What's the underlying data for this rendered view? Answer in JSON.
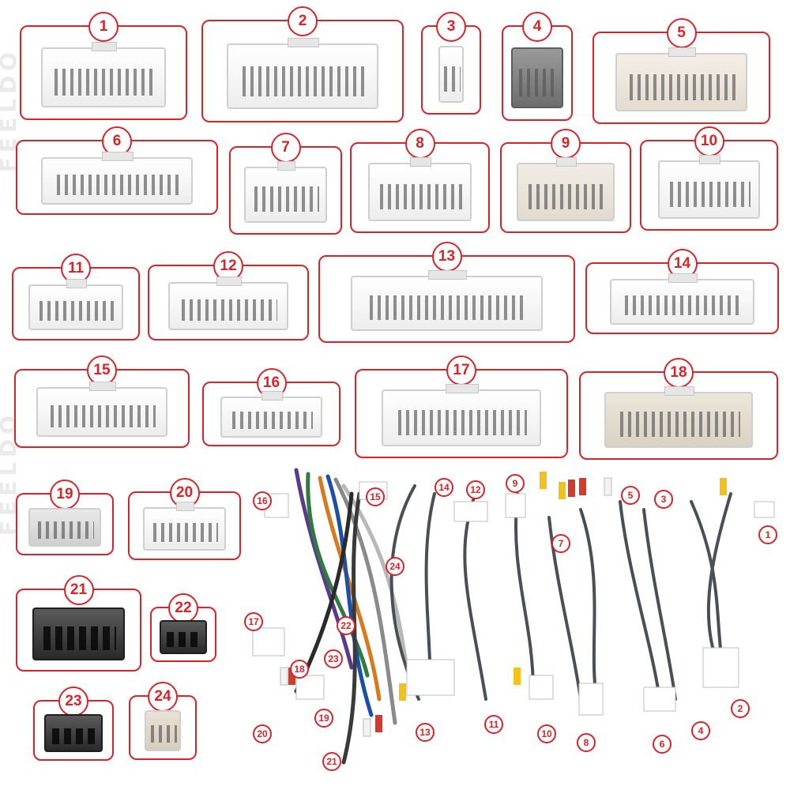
{
  "watermark": "FEELDO",
  "connectors": [
    {
      "id": "1",
      "style": "light"
    },
    {
      "id": "2",
      "style": "light"
    },
    {
      "id": "3",
      "style": "light"
    },
    {
      "id": "4",
      "style": "grey"
    },
    {
      "id": "5",
      "style": "light"
    },
    {
      "id": "6",
      "style": "light"
    },
    {
      "id": "7",
      "style": "light"
    },
    {
      "id": "8",
      "style": "light"
    },
    {
      "id": "9",
      "style": "light"
    },
    {
      "id": "10",
      "style": "light"
    },
    {
      "id": "11",
      "style": "light"
    },
    {
      "id": "12",
      "style": "light"
    },
    {
      "id": "13",
      "style": "light"
    },
    {
      "id": "14",
      "style": "light"
    },
    {
      "id": "15",
      "style": "light"
    },
    {
      "id": "16",
      "style": "light"
    },
    {
      "id": "17",
      "style": "light"
    },
    {
      "id": "18",
      "style": "light"
    },
    {
      "id": "19",
      "style": "light"
    },
    {
      "id": "20",
      "style": "light"
    },
    {
      "id": "21",
      "style": "dark"
    },
    {
      "id": "22",
      "style": "dark"
    },
    {
      "id": "23",
      "style": "dark"
    },
    {
      "id": "24",
      "style": "light"
    }
  ],
  "harness_labels": [
    "1",
    "2",
    "3",
    "4",
    "5",
    "6",
    "7",
    "8",
    "9",
    "10",
    "11",
    "12",
    "13",
    "14",
    "15",
    "16",
    "17",
    "18",
    "19",
    "20",
    "21",
    "22",
    "23",
    "24"
  ],
  "colors": {
    "accent": "#d9242a",
    "rca_yellow": "#f2c21b",
    "rca_red": "#d63a2f",
    "rca_white": "#f3f3f3",
    "cable": "#4a4f57"
  }
}
